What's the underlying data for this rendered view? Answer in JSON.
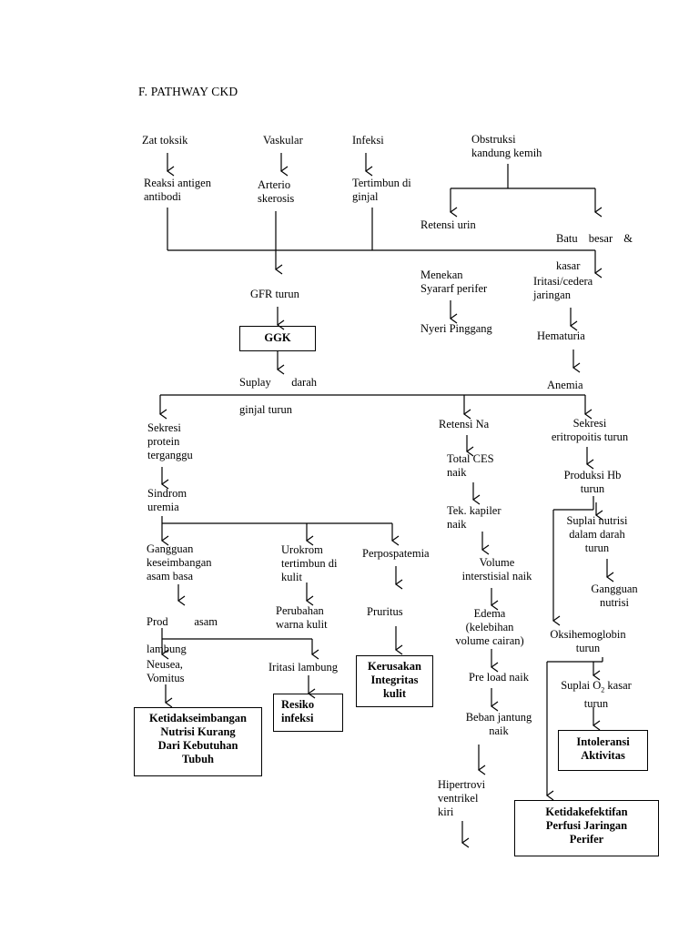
{
  "title": "F.   PATHWAY CKD",
  "nodes": {
    "zat_toksik": "Zat toksik",
    "vaskular": "Vaskular",
    "infeksi": "Infeksi",
    "obstruksi": "Obstruksi\nkandung kemih",
    "reaksi_antigen": "Reaksi antigen\nantibodi",
    "arterio": "Arterio\nskerosis",
    "tertimbun": "Tertimbun di\nginjal",
    "retensi_urin": "Retensi urin",
    "batu_line1_left": "Batu",
    "batu_line1_mid": "besar",
    "batu_line1_right": "&",
    "batu_line2": "kasar",
    "menekan": "Menekan\nSyararf perifer",
    "iritasi_cedera": "Iritasi/cedera\njaringan",
    "gfr_turun": "GFR turun",
    "ggk": "GGK",
    "nyeri_pinggang": "Nyeri Pinggang",
    "hematuria": "Hematuria",
    "suplay_line1_left": "Suplay",
    "suplay_line1_right": "darah",
    "suplay_line2": "ginjal turun",
    "anemia": "Anemia",
    "sekresi_protein": "Sekresi\nprotein\nterganggu",
    "retensi_na": "Retensi Na",
    "sekresi_eritro": "Sekresi\neritropoitis turun",
    "total_ces": "Total CES\nnaik",
    "produksi_hb": "Produksi Hb\nturun",
    "sindrom_uremia": "Sindrom\nuremia",
    "tek_kapiler": "Tek. kapiler\nnaik",
    "suplai_nutrisi": "Suplai nutrisi\ndalam darah\nturun",
    "gangguan_kes": "Gangguan\nkeseimbangan\nasam basa",
    "urokrom": "Urokrom\ntertimbun  di\nkulit",
    "perpospatemia": "Perpospatemia",
    "volume_interstisial": "Volume\ninterstisial naik",
    "gangguan_nutrisi": "Gangguan\nnutrisi",
    "prod_left": "Prod",
    "prod_right": "asam",
    "prod_line2": "lambung",
    "perubahan": "Perubahan\nwarna kulit",
    "pruritus": "Pruritus",
    "edema": "Edema\n(kelebihan\nvolume cairan)",
    "oksihemoglobin": "Oksihemoglobin\nturun",
    "neusea": "Neusea,\nVomitus",
    "iritasi_lambung": "Iritasi lambung",
    "kerusakan": "Kerusakan\nIntegritas\nkulit",
    "pre_load": "Pre load naik",
    "suplai_o2_pre": "Suplai O",
    "suplai_o2_sub": "2",
    "suplai_o2_post": " kasar\nturun",
    "resiko": "Resiko\ninfeksi",
    "ketidakseimbangan": "Ketidakseimbangan\nNutrisi Kurang\nDari Kebutuhan\nTubuh",
    "beban_jantung": "Beban jantung\nnaik",
    "intoleransi": "Intoleransi\nAktivitas",
    "hipertrovi": "Hipertrovi\nventrikel\nkiri",
    "ketidakefektifan": "Ketidakefektifan\nPerfusi Jaringan\nPerifer"
  }
}
